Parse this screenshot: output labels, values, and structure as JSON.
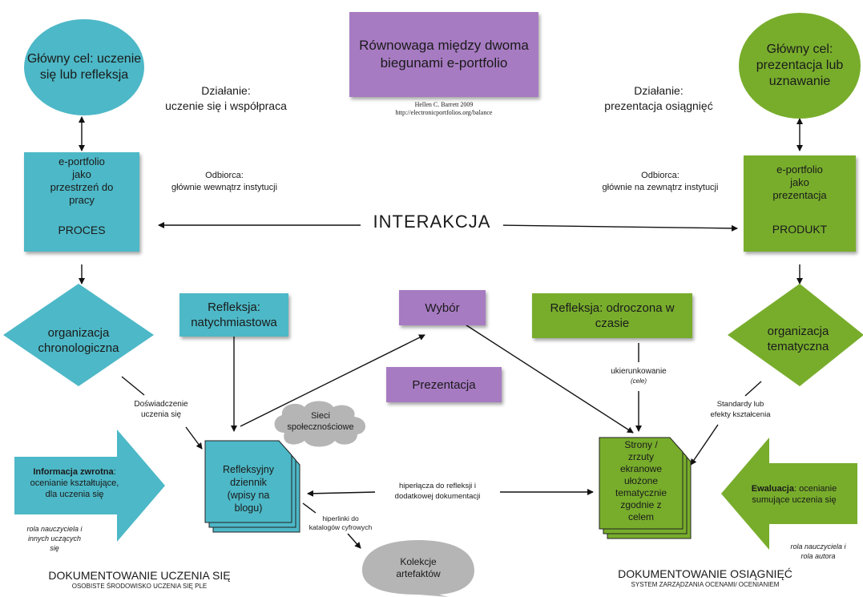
{
  "colors": {
    "teal": "#4db8c7",
    "green": "#78ad2c",
    "purple": "#a77bc2",
    "gray": "#b5b5b5"
  },
  "center_title": [
    "Równowaga między",
    "dwoma biegunami",
    "e-portfolio"
  ],
  "citation": [
    "Hellen C. Barrett 2009",
    "http://electronicportfolios.org/balance"
  ],
  "left": {
    "goal": [
      "Główny cel:",
      "uczenie się",
      "lub refleksja"
    ],
    "action": [
      "Działanie:",
      "uczenie się i współpraca"
    ],
    "audience": [
      "Odbiorca:",
      "głównie wewnątrz instytucji"
    ],
    "workspace": [
      "e-portfolio",
      "jako",
      "przestrzeń do",
      "pracy"
    ],
    "workspace_tag": "PROCES",
    "organization": [
      "organizacja",
      "chronologiczna"
    ],
    "experience_label": [
      "Doświadczenie",
      "uczenia się"
    ],
    "reflection": [
      "Refleksja:",
      "natychmiastowa"
    ],
    "journal": [
      "Refleksyjny",
      "dziennik",
      "(wpisy na",
      "blogu)"
    ],
    "feedback_bold": "Informacja zwrotna",
    "feedback_rest": ":",
    "feedback_lines": [
      "ocenianie kształtujące,",
      "dla uczenia się"
    ],
    "role": [
      "rola nauczyciela i",
      "innych uczących",
      "się"
    ],
    "footer_title": "DOKUMENTOWANIE UCZENIA SIĘ",
    "footer_sub": "OSOBISTE ŚRODOWISKO UCZENIA SIĘ PLE"
  },
  "right": {
    "goal": [
      "Główny cel:",
      "prezentacja",
      "lub",
      "uznawanie"
    ],
    "action": [
      "Działanie:",
      "prezentacja osiągnięć"
    ],
    "audience": [
      "Odbiorca:",
      "głównie na zewnątrz instytucji"
    ],
    "showcase": [
      "e-portfolio",
      "jako",
      "prezentacja"
    ],
    "showcase_tag": "PRODUKT",
    "organization": [
      "organizacja",
      "tematyczna"
    ],
    "standards_label": [
      "Standardy lub",
      "efekty kształcenia"
    ],
    "reflection": [
      "Refleksja:",
      "odroczona w czasie"
    ],
    "direction_label": "ukierunkowanie",
    "direction_sub": "(cele)",
    "pages": [
      "Strony /",
      "zrzuty",
      "ekranowe",
      "ułożone",
      "tematycznie",
      "zgodnie z",
      "celem"
    ],
    "evaluation_bold": "Ewaluacja",
    "evaluation_rest": ": ocenianie",
    "evaluation_line2": "sumujące uczenia się",
    "role": [
      "rola nauczyciela i",
      "rola autora"
    ],
    "footer_title": "DOKUMENTOWANIE OSIĄGNIĘĆ",
    "footer_sub": "SYSTEM ZARZĄDZANIA OCENAMI/ OCENIANIEM"
  },
  "middle": {
    "interaction": "INTERAKCJA",
    "selection": "Wybór",
    "presentation": "Prezentacja",
    "social": [
      "Sieci",
      "społecznościowe"
    ],
    "hyperlink_label": [
      "hiperłącza do refleksji i",
      "dodatkowej dokumentacji"
    ],
    "links_label": [
      "hiperlinki do",
      "katalogów cyfrowych"
    ],
    "collection": [
      "Kolekcje",
      "artefaktów"
    ]
  }
}
